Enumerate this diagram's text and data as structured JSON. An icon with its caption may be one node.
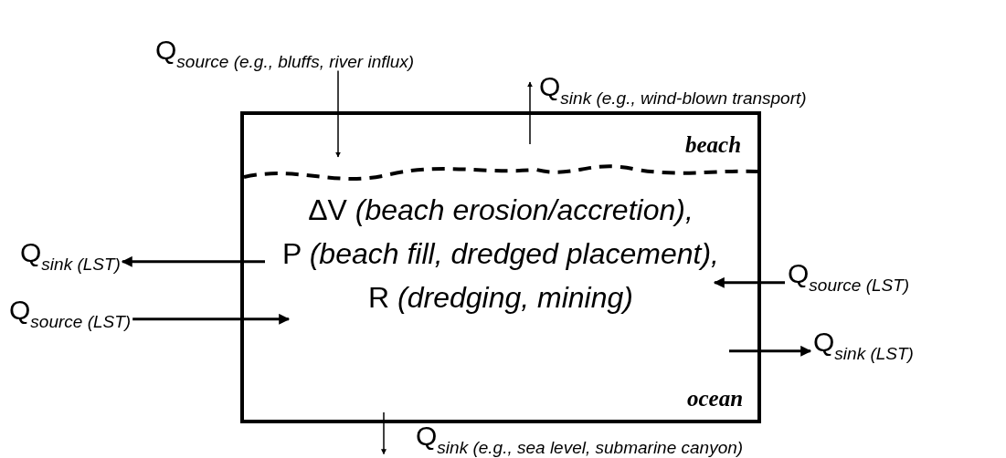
{
  "diagram": {
    "nodes": [
      {
        "text": [
          "beach",
          "ΔV *(beach erosion/accretion),*",
          "P *(beach fill, dredged placement),*",
          "R *(dredging, mining)*",
          "ocean"
        ]
      },
      {
        "text": [
          "Q$_{source (e.g., bluffs, river influx)}$"
        ]
      },
      {
        "text": [
          "Q$_{sink (e.g., wind-blown transport)}$"
        ]
      },
      {
        "text": [
          "Q$_{sink (LST)}$"
        ]
      },
      {
        "text": [
          "Q$_{source (LST)}$"
        ]
      },
      {
        "text": [
          "Q$_{source (LST)}$"
        ]
      },
      {
        "text": [
          "Q$_{sink (LST)}$"
        ]
      },
      {
        "text": [
          "Q$_{sink (e.g., sea level, submarine canyon)}$"
        ]
      }
    ],
    "edges": [
      {
        "from": 1,
        "to": 0,
        "arrow": "to"
      },
      {
        "from": 0,
        "to": 2,
        "arrow": "to"
      },
      {
        "from": 0,
        "to": 3,
        "arrow": "to"
      },
      {
        "from": 4,
        "to": 0,
        "arrow": "to"
      },
      {
        "from": 5,
        "to": 0,
        "arrow": "to"
      },
      {
        "from": 0,
        "to": 6,
        "arrow": "to"
      },
      {
        "from": 0,
        "to": 7,
        "arrow": "to"
      }
    ]
  }
}
